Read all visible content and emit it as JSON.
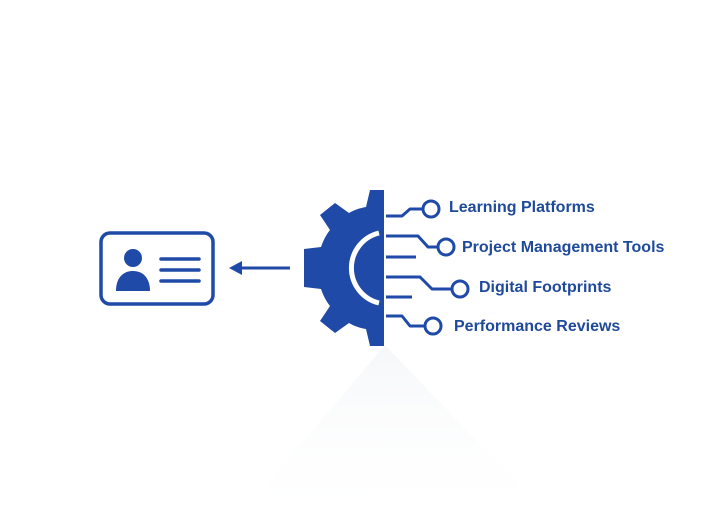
{
  "diagram": {
    "sources": [
      {
        "label": "Learning Platforms"
      },
      {
        "label": "Project Management Tools"
      },
      {
        "label": "Digital Footprints"
      },
      {
        "label": "Performance Reviews"
      }
    ],
    "target": {
      "icon": "id-card-icon"
    },
    "hub": {
      "icon": "gear-circuit-icon"
    },
    "flow": {
      "icon": "arrow-left-icon"
    }
  },
  "colors": {
    "primary": "#1f4aa8",
    "text": "#1f4a9a",
    "background": "#ffffff"
  }
}
